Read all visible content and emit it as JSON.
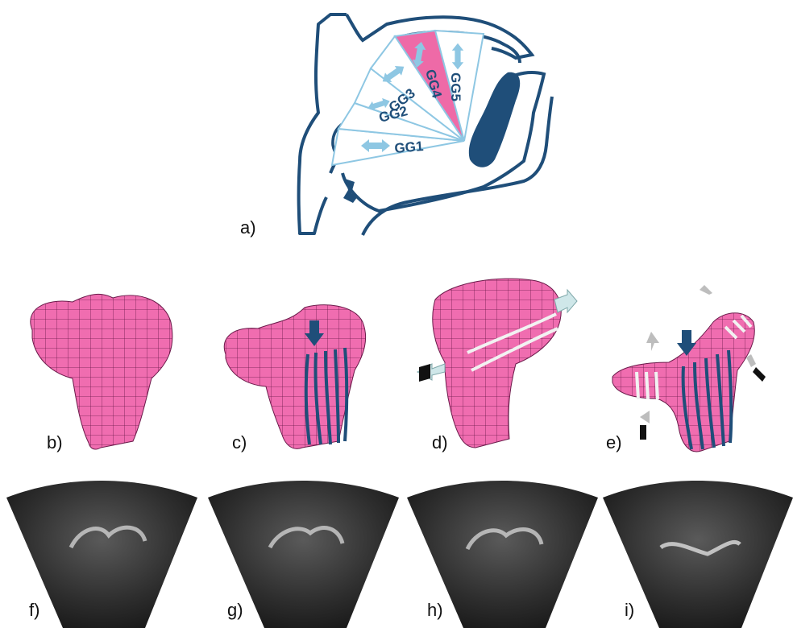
{
  "colors": {
    "outline": "#1f4e79",
    "muscle_fan": "#8ec7e3",
    "gg4_highlight": "#ee6aa7",
    "tongue_mesh": "#f06db0",
    "mesh_line": "#6b1a4a",
    "fiber": "#1f4e79",
    "ultrasound_bg": "#1c1c1c"
  },
  "panel_labels": {
    "a": "a)",
    "b": "b)",
    "c": "c)",
    "d": "d)",
    "e": "e)",
    "f": "f)",
    "g": "g)",
    "h": "h)",
    "i": "i)"
  },
  "muscle_labels": {
    "gg1": "GG1",
    "gg2": "GG2",
    "gg3": "GG3",
    "gg4": "GG4",
    "gg5": "GG5"
  },
  "icons": [
    "double-arrow-icon",
    "push-arrow-icon",
    "pull-arrow-icon"
  ]
}
